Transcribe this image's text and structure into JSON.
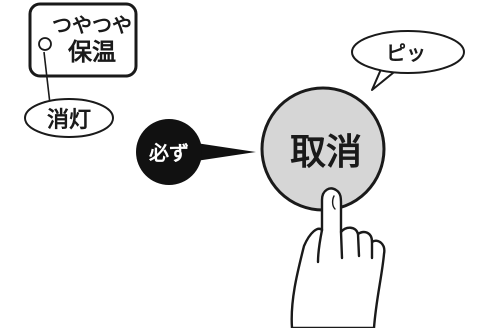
{
  "panel": {
    "keep_warm_line1": "つやつや",
    "keep_warm_line2": "保温",
    "light_off_label": "消灯"
  },
  "instruction": {
    "must_badge": "必ず"
  },
  "cancel_button": {
    "label": "取消"
  },
  "sound": {
    "beep": "ピッ"
  },
  "colors": {
    "button_fill": "#d6d6d6",
    "outline": "#1a1a1a",
    "badge_fill": "#111111",
    "background": "#ffffff"
  }
}
